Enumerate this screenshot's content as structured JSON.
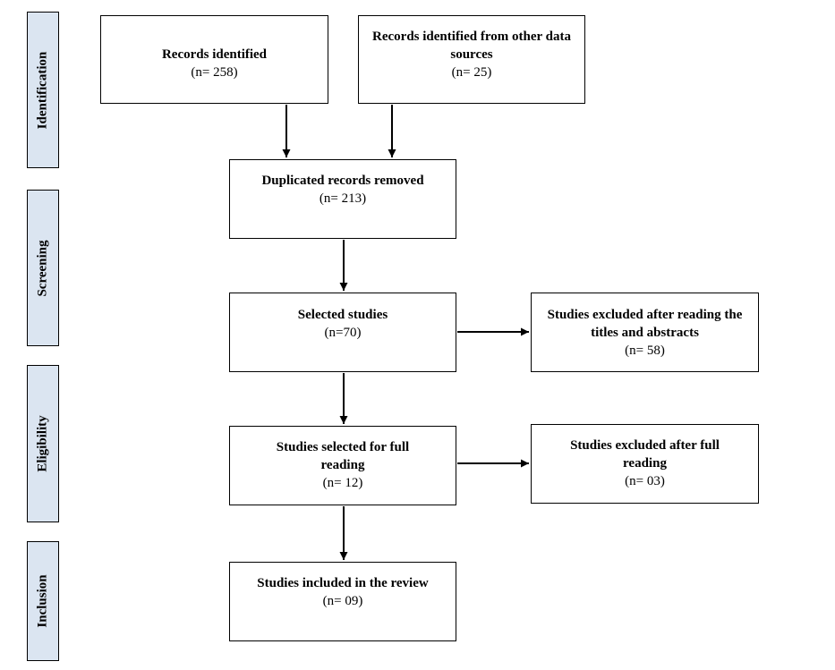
{
  "stages": {
    "identification": "Identification",
    "screening": "Screening",
    "eligibility": "Eligibility",
    "inclusion": "Inclusion"
  },
  "boxes": {
    "records_identified": {
      "title": "Records identified",
      "count": "(n= 258)"
    },
    "other_sources": {
      "title": "Records identified from other data sources",
      "count": "(n= 25)"
    },
    "duplicates_removed": {
      "title": "Duplicated records removed",
      "count": "(n= 213)"
    },
    "selected_studies": {
      "title": "Selected studies",
      "count": "(n=70)"
    },
    "excluded_titles": {
      "title": "Studies excluded after reading the titles and abstracts",
      "count": "(n= 58)"
    },
    "full_reading": {
      "title": "Studies selected for full reading",
      "count": "(n= 12)"
    },
    "excluded_full": {
      "title": "Studies excluded after full reading",
      "count": "(n= 03)"
    },
    "included": {
      "title": "Studies included in the review",
      "count": "(n= 09)"
    }
  }
}
